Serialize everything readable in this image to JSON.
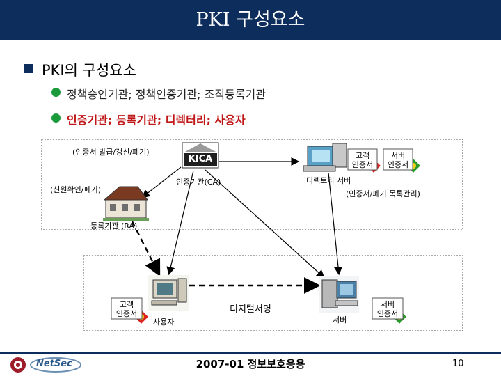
{
  "slide": {
    "title": "PKI 구성요소",
    "heading": "PKI의 구성요소",
    "bullets": [
      "정책승인기관; 정책인증기관; 조직등록기관",
      "인증기관; 등록기관; 디렉터리; 사용자"
    ]
  },
  "diagram": {
    "ca_caption": "(인증서 발급/갱신/폐기)",
    "kica_logo": "KICA",
    "ca_label": "인증기관(CA)",
    "ra_caption": "(신원확인/폐기)",
    "ra_label": "등록기관 (RA)",
    "dir_label": "디렉토리 서버",
    "dir_caption": "(인증서/폐기 목록관리)",
    "client_cert_top": "고객\n인증서",
    "server_cert_top": "서버\n인증서",
    "client_cert_bottom": "고객\n인증서",
    "user_label": "사용자",
    "signature_label": "디지털서명",
    "server_label": "서버",
    "server_cert_bottom": "서버\n인증서"
  },
  "footer": {
    "logo_text": "NetSec",
    "center": "2007-01 정보보호응용",
    "page": "10"
  },
  "colors": {
    "title_bg": "#0d2d5c",
    "bullet_green": "#1a9a3a",
    "bullet_red": "#c01818"
  }
}
